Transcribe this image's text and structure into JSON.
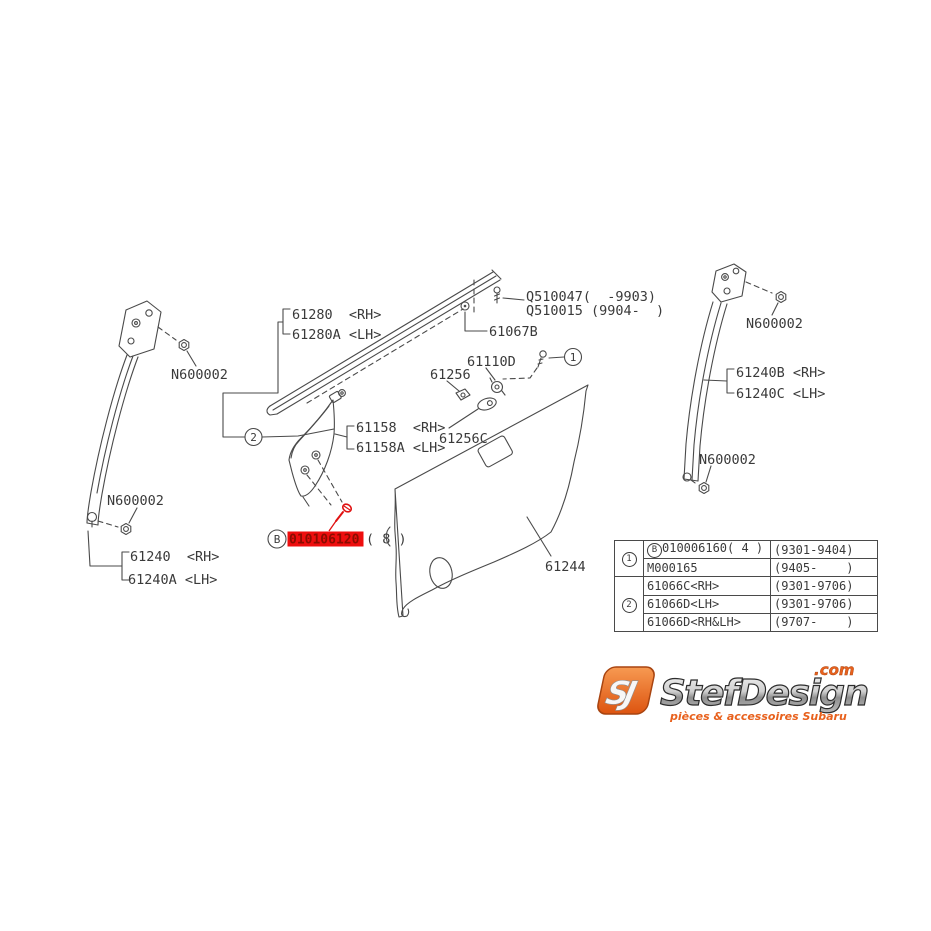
{
  "palette": {
    "line": "#4a4a4a",
    "text": "#3a3a3a",
    "highlight_red": "#ee0e0e",
    "highlight_text_red": "#8a0c00",
    "logo_orange": "#e8611d"
  },
  "labels": {
    "p61280": "61280  <RH>",
    "p61280a": "61280A <LH>",
    "q510047": "Q510047(  -9903)",
    "q510015": "Q510015 (9904-  )",
    "p61067b": "61067B",
    "p61110d": "61110D",
    "p61256": "61256",
    "p61256c": "61256C",
    "p61158": "61158  <RH>",
    "p61158a": "61158A <LH>",
    "n600002": "N600002",
    "p61240": "61240  <RH>",
    "p61240a": "61240A <LH>",
    "p61240b": "61240B <RH>",
    "p61240c": "61240C <LH>",
    "p61244": "61244",
    "bolt_number": "010106120",
    "bolt_qty": "( 8 )",
    "callout1": "1",
    "callout2": "2",
    "calloutB": "B"
  },
  "table": {
    "groups": [
      {
        "num": "1",
        "rows": [
          {
            "part_prefix": "B",
            "part": "010006160( 4 )",
            "range": "(9301-9404)"
          },
          {
            "part_prefix": "",
            "part": "M000165",
            "range": "(9405-    )"
          }
        ]
      },
      {
        "num": "2",
        "rows": [
          {
            "part_prefix": "",
            "part": "61066C<RH>",
            "range": "(9301-9706)"
          },
          {
            "part_prefix": "",
            "part": "61066D<LH>",
            "range": "(9301-9706)"
          },
          {
            "part_prefix": "",
            "part": "61066D<RH&LH>",
            "range": "(9707-    )"
          }
        ]
      }
    ]
  },
  "logo": {
    "icon": "SJ",
    "name": "StefDesign",
    "tld": ".com",
    "tagline": "pièces & accessoires Subaru"
  }
}
